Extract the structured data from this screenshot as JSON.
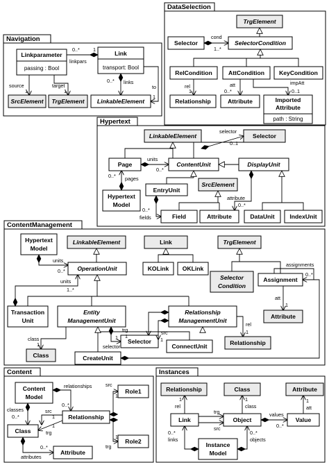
{
  "packages": {
    "navigation": "Navigation",
    "dataselection": "DataSelection",
    "hypertext": "Hypertext",
    "contentmanagement": "ContentManagement",
    "content": "Content",
    "instances": "Instances"
  },
  "nav": {
    "linkparameter": "Linkparameter",
    "linkparameter_attr": "passing : Bool",
    "link": "Link",
    "link_attr": "transport: Bool",
    "srcelement": "SrcElement",
    "trgelement": "TrgElement",
    "linkableelement": "LinkableElement",
    "l_0star": "0..*",
    "l_1": "1",
    "l_linkpars": "linkpars",
    "l_source": "source",
    "l_src1": "1",
    "l_target": "target",
    "l_trg1": "1",
    "l_links0": "0..*",
    "l_links": "links",
    "l_to": "to",
    "l_to1": "1"
  },
  "ds": {
    "trgelement": "TrgElement",
    "selector": "Selector",
    "selectorcondition": "SelectorCondition",
    "relcondition": "RelCondition",
    "attcondition": "AttCondition",
    "keycondition": "KeyCondition",
    "relationship": "Relationship",
    "attribute": "Attribute",
    "importedattribute1": "Imported",
    "importedattribute2": "Attribute",
    "importedattribute_attr": "path : String",
    "l_cond": "cond",
    "l_cond_mult": "1..*",
    "l_rel": "rel",
    "l_rel1": "1",
    "l_att": "att",
    "l_att0": "0..*",
    "l_impatt": "impAtt",
    "l_impatt_mult": "0..1"
  },
  "ht": {
    "linkableelement": "LinkableElement",
    "selector": "Selector",
    "page": "Page",
    "contentunit": "ContentUnit",
    "displayunit": "DisplayUnit",
    "entryunit": "EntryUnit",
    "srcelement": "SrcElement",
    "hypertextmodel1": "Hypertext",
    "hypertextmodel2": "Model",
    "field": "Field",
    "attribute": "Attribute",
    "dataunit": "DataUnit",
    "indexunit": "IndexUnit",
    "l_selector": "selector",
    "l_sel01": "0..1",
    "l_units": "units",
    "l_units0": "0..*",
    "l_pages0": "0..*",
    "l_pages": "pages",
    "l_fields0": "0..*",
    "l_fields": "fields",
    "l_attribute": "attribute",
    "l_attr0": "0..*"
  },
  "cm": {
    "hypertextmodel1": "Hypertext",
    "hypertextmodel2": "Model",
    "linkableelement": "LinkableElement",
    "link": "Link",
    "trgelement": "TrgElement",
    "operationunit": "OperationUnit",
    "kolink": "KOLink",
    "oklink": "OKLink",
    "selectorcondition1": "Selector",
    "selectorcondition2": "Condition",
    "assignment": "Assignment",
    "transactionunit1": "Transaction",
    "transactionunit2": "Unit",
    "entitymanagementunit1": "Entity",
    "entitymanagementunit2": "ManagementUnit",
    "relationshipmanagementunit1": "Relationship",
    "relationshipmanagementunit2": "ManagementUnit",
    "attribute": "Attribute",
    "class": "Class",
    "selector": "Selector",
    "connectunit": "ConnectUnit",
    "relationship": "Relationship",
    "createunit": "CreateUnit",
    "l_units_a": "units",
    "l_units_a0": "0..*",
    "l_units_b": "units",
    "l_units_b1": "1..*",
    "l_assignments": "assignments",
    "l_assign0": "0..*",
    "l_att": "att",
    "l_att1": "1",
    "l_class": "class",
    "l_class1": "1",
    "l_trg": "trg",
    "l_trg1": "1",
    "l_src": "src",
    "l_src1": "1",
    "l_selector": "selector",
    "l_sel1": "1",
    "l_rel": "rel",
    "l_rel1": "1"
  },
  "ct": {
    "contentmodel1": "Content",
    "contentmodel2": "Model",
    "relationship": "Relationship",
    "role1": "Role1",
    "role2": "Role2",
    "class": "Class",
    "attribute": "Attribute",
    "l_relationships": "relationships",
    "l_rels0": "0..*",
    "l_classes": "classes",
    "l_cls0": "0..*",
    "l_src": "src",
    "l_src1": "1",
    "l_trg": "trg",
    "l_trg1": "1",
    "l_r1src": "src",
    "l_r1": "1",
    "l_r2trg": "trg",
    "l_r2": "1",
    "l_attr0": "0..*",
    "l_attributes": "attributes"
  },
  "in": {
    "relationship": "Relationship",
    "class": "Class",
    "attribute": "Attribute",
    "link": "Link",
    "object": "Object",
    "value": "Value",
    "instancemodel1": "Instance",
    "instancemodel2": "Model",
    "l_rel1": "1",
    "l_rel": "rel",
    "l_cls1": "1",
    "l_class": "class",
    "l_trg": "trg",
    "l_src": "src",
    "l_values": "values",
    "l_vals0": "0..*",
    "l_att1": "1",
    "l_att": "att",
    "l_links0": "0..*",
    "l_links": "links",
    "l_objects": "objects",
    "l_objs0": "0..*"
  }
}
